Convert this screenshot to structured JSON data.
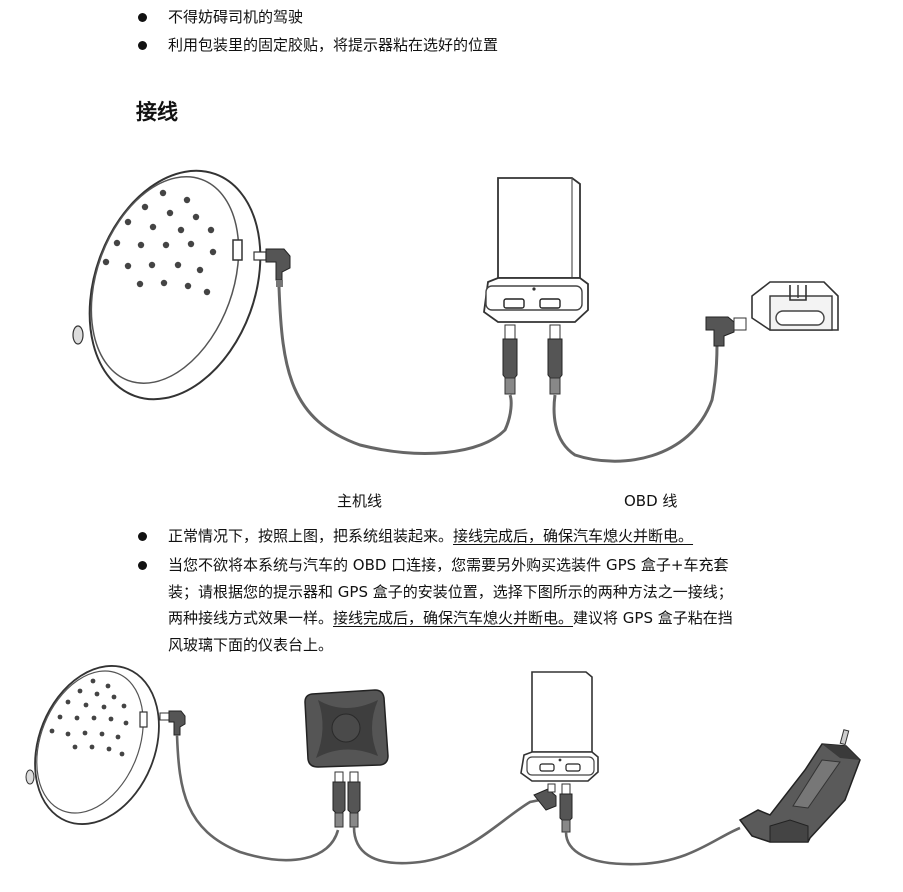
{
  "top_bullets": [
    "不得妨碍司机的驾驶",
    "利用包装里的固定胶贴，将提示器粘在选好的位置"
  ],
  "section_heading": "接线",
  "diagram1": {
    "label_main_cable": "主机线",
    "label_obd_cable": "OBD 线"
  },
  "bullet3": {
    "plain": "正常情况下，按照上图，把系统组装起来。",
    "underlined": "接线完成后，确保汽车熄火并断电。"
  },
  "bullet4": {
    "line1": "当您不欲将本系统与汽车的 OBD 口连接，您需要另外购买选装件 GPS 盒子+车充套",
    "line2": "装；请根据您的提示器和 GPS 盒子的安装位置，选择下图所示的两种方法之一接线；",
    "line3_plain": "两种接线方式效果一样。",
    "line3_underlined": "接线完成后，确保汽车熄火并断电。",
    "line3_tail": "建议将 GPS 盒子粘在挡",
    "line4": "风玻璃下面的仪表台上。"
  }
}
